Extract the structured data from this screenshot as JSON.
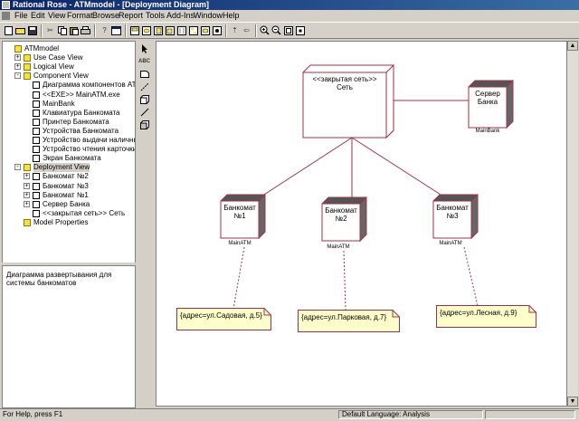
{
  "window": {
    "title": "Rational Rose - ATMmodel - [Deployment Diagram]"
  },
  "menu": [
    "File",
    "Edit",
    "View",
    "Format",
    "Browse",
    "Report",
    "Tools",
    "Add-Ins",
    "Window",
    "Help"
  ],
  "toolbar": {
    "icons": [
      "new-icon",
      "open-icon",
      "save-icon",
      "cut-icon",
      "copy-icon",
      "paste-icon",
      "print-icon",
      "help-icon",
      "browse-icon",
      "class-diagram-icon",
      "use-case-diagram-icon",
      "component-diagram-icon",
      "deployment-diagram-icon",
      "sequence-diagram-icon",
      "collaboration-diagram-icon",
      "statechart-icon",
      "activity-diagram-icon",
      "navigate-up-icon",
      "navigate-back-icon",
      "zoom-in-icon",
      "zoom-out-icon",
      "fit-window-icon",
      "undo-fit-icon"
    ]
  },
  "browser": {
    "tree": [
      {
        "label": "ATMmodel",
        "level": 0,
        "icon": "model",
        "exp": ""
      },
      {
        "label": "Use Case View",
        "level": 1,
        "icon": "folder",
        "exp": "+"
      },
      {
        "label": "Logical View",
        "level": 1,
        "icon": "folder",
        "exp": "+"
      },
      {
        "label": "Component View",
        "level": 1,
        "icon": "folder",
        "exp": "-"
      },
      {
        "label": "Диаграмма компонентов АТМ",
        "level": 2,
        "icon": "diagram",
        "exp": ""
      },
      {
        "label": "<<EXE>> MainATM.exe",
        "level": 2,
        "icon": "component",
        "exp": ""
      },
      {
        "label": "MainBank",
        "level": 2,
        "icon": "component",
        "exp": ""
      },
      {
        "label": "Клавиатура Банкомата",
        "level": 2,
        "icon": "component",
        "exp": ""
      },
      {
        "label": "Принтер Банкомата",
        "level": 2,
        "icon": "component",
        "exp": ""
      },
      {
        "label": "Устройства Банкомата",
        "level": 2,
        "icon": "component",
        "exp": ""
      },
      {
        "label": "Устройство выдачи наличных",
        "level": 2,
        "icon": "component",
        "exp": ""
      },
      {
        "label": "Устройство чтения карточки",
        "level": 2,
        "icon": "component",
        "exp": ""
      },
      {
        "label": "Экран Банкомата",
        "level": 2,
        "icon": "component",
        "exp": ""
      },
      {
        "label": "Deployment View",
        "level": 1,
        "icon": "deployment",
        "exp": "-",
        "selected": true
      },
      {
        "label": "Банкомат №2",
        "level": 2,
        "icon": "node",
        "exp": "+"
      },
      {
        "label": "Банкомат №3",
        "level": 2,
        "icon": "node",
        "exp": "+"
      },
      {
        "label": "Банкомат №1",
        "level": 2,
        "icon": "node",
        "exp": "+"
      },
      {
        "label": "Сервер Банка",
        "level": 2,
        "icon": "node",
        "exp": "+"
      },
      {
        "label": "<<закрытая сеть>> Сеть",
        "level": 2,
        "icon": "node",
        "exp": ""
      },
      {
        "label": "Model Properties",
        "level": 1,
        "icon": "folder",
        "exp": ""
      }
    ]
  },
  "documentation": {
    "text": "Диаграмма развертывания для системы банкоматов"
  },
  "palette": {
    "tools": [
      {
        "icon": "selection-arrow-icon",
        "label": ""
      },
      {
        "icon": "text-box-icon",
        "label": "ABC"
      },
      {
        "icon": "note-icon",
        "label": ""
      },
      {
        "icon": "anchor-note-icon",
        "label": ""
      },
      {
        "icon": "processor-icon",
        "label": ""
      },
      {
        "icon": "connection-icon",
        "label": ""
      },
      {
        "icon": "device-icon",
        "label": ""
      }
    ]
  },
  "diagram": {
    "nodes": {
      "network": {
        "stereotype": "<<закрытая сеть>>",
        "name": "Сеть"
      },
      "bank": {
        "line1": "Сервер",
        "line2": "Банка",
        "process": "MainBank"
      },
      "atm1": {
        "line1": "Банкомат",
        "line2": "№1",
        "process": "MainATM"
      },
      "atm2": {
        "line1": "Банкомат",
        "line2": "№2",
        "process": "MainATM"
      },
      "atm3": {
        "line1": "Банкомат",
        "line2": "№3",
        "process": "MainATM"
      }
    },
    "notes": {
      "note1": "{адрес=ул.Садовая, д.5}",
      "note2": "{адрес=ул.Парковая, д.7}",
      "note3": "{адрес=ул.Лесная, д.9}"
    }
  },
  "status": {
    "help": "For Help, press F1",
    "language": "Default Language: Analysis"
  }
}
